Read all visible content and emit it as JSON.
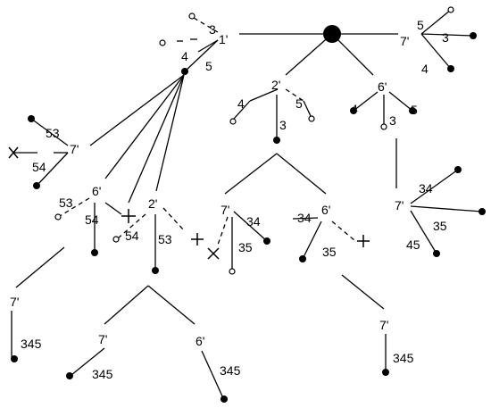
{
  "labels": {
    "n_1p": "1'",
    "n_3a": "3",
    "n_4a": "4",
    "n_5a": "5",
    "n_7p_top": "7'",
    "n_5b": "5",
    "n_3b": "3",
    "n_4b": "4",
    "n_2p_mid": "2'",
    "n_4c": "4",
    "n_5c": "5",
    "n_3c": "3",
    "n_6p_mid": "6'",
    "n_4d": "4",
    "n_3d": "3",
    "n_5d": "5",
    "n_53a": "53",
    "n_7p_left": "7'",
    "n_54a": "54",
    "n_6p_l": "6'",
    "n_53b": "53",
    "n_54b": "54",
    "n_2p_l": "2'",
    "n_54c": "54",
    "n_53c": "53",
    "n_7p_c": "7'",
    "n_34a": "34",
    "n_35a": "35",
    "n_6p_c": "6'",
    "n_34b": "34",
    "n_35b": "35",
    "n_7p_r": "7'",
    "n_34c": "34",
    "n_35c": "35",
    "n_45": "45",
    "n_7p_bl": "7'",
    "n_345a": "345",
    "n_7p_b2": "7'",
    "n_345b": "345",
    "n_6p_b": "6'",
    "n_345c": "345",
    "n_7p_b4": "7'",
    "n_345d": "345"
  }
}
